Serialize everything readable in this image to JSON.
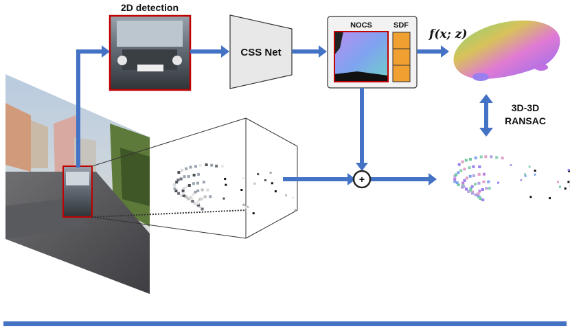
{
  "labels": {
    "detection": "2D detection",
    "css_net": "CSS Net",
    "nocs": "NOCS",
    "sdf": "SDF",
    "function": "f(x; z)",
    "ransac_line1": "3D-3D",
    "ransac_line2": "RANSAC",
    "combine_symbol": "+"
  },
  "colors": {
    "arrow": "#4472c4",
    "box_border": "#c00000",
    "sdf_fill": "#f0a030",
    "bottom_bar": "#4472c4",
    "net_fill": "#e8e8e8"
  },
  "icons": [
    "street-scene-image",
    "car-crop-image",
    "nocs-map-image",
    "point-cloud",
    "car-mesh-image"
  ]
}
